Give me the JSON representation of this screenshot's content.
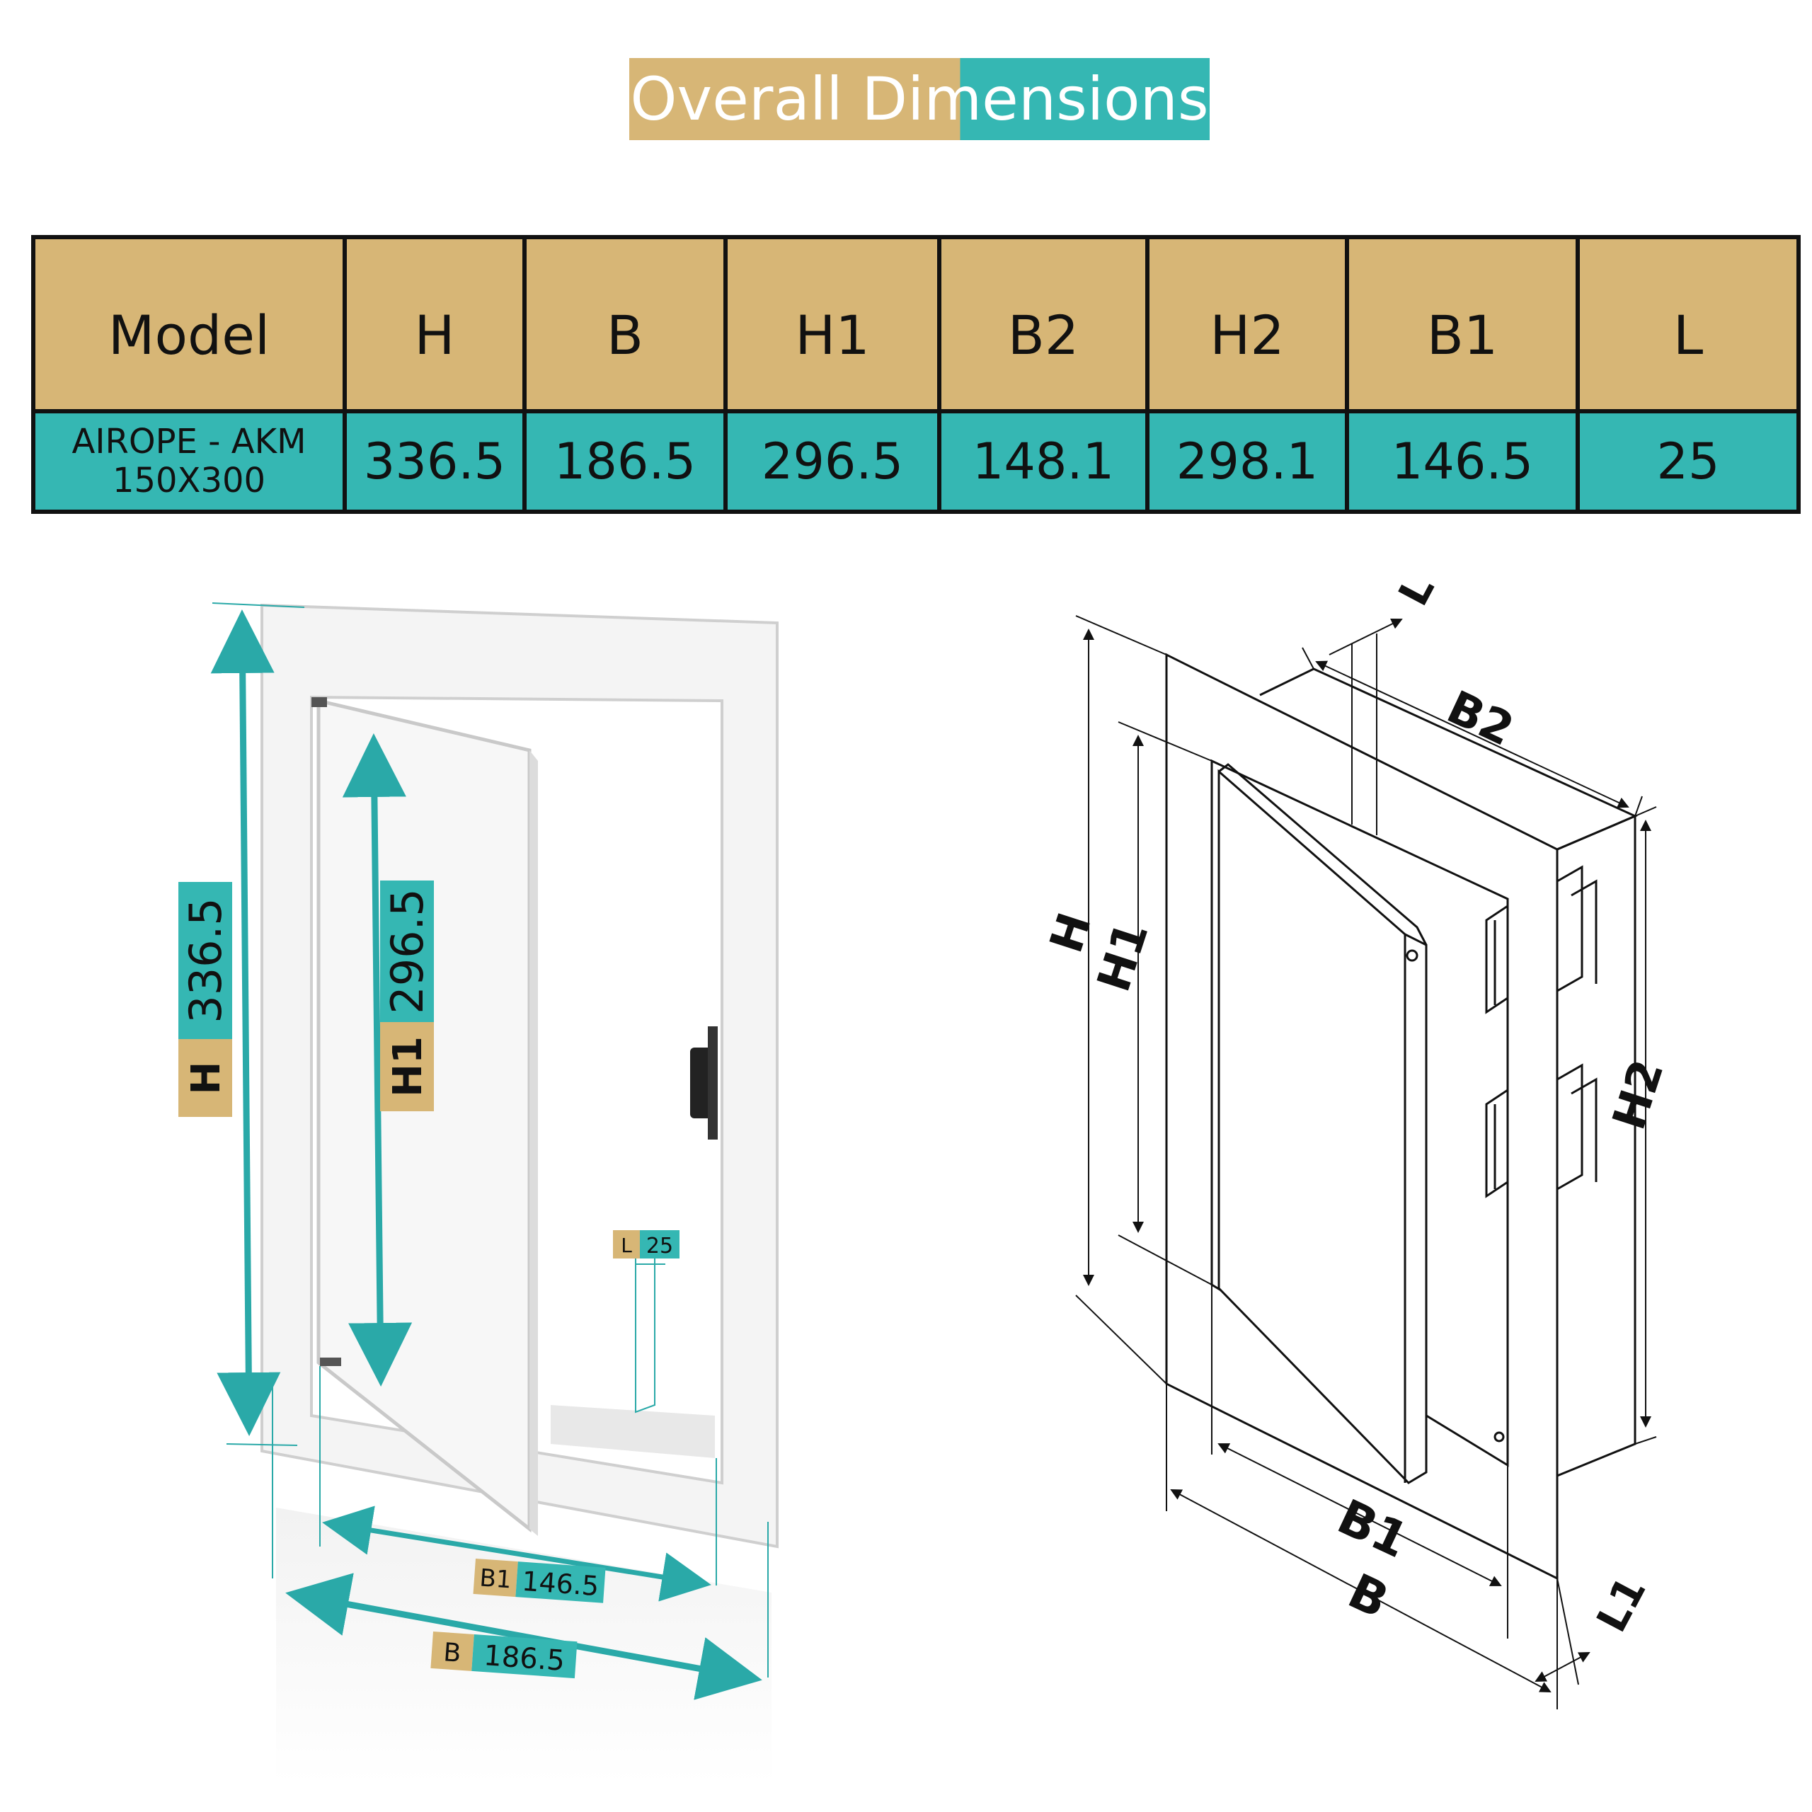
{
  "title": "Overall Dimensions",
  "colors": {
    "tan": "#d7b676",
    "teal": "#35b7b3",
    "dimension_line": "#2aa9a8",
    "outline": "#111111"
  },
  "table": {
    "headers": [
      "Model",
      "H",
      "B",
      "H1",
      "B2",
      "H2",
      "B1",
      "L"
    ],
    "model_lines": [
      "AIROPE - AKM",
      "150X300"
    ],
    "values": [
      "336.5",
      "186.5",
      "296.5",
      "148.1",
      "298.1",
      "146.5",
      "25"
    ]
  },
  "photo_labels": {
    "h": {
      "key": "H",
      "value": "336.5"
    },
    "h1": {
      "key": "H1",
      "value": "296.5"
    },
    "l": {
      "key": "L",
      "value": "25"
    },
    "b1": {
      "key": "B1",
      "value": "146.5"
    },
    "b": {
      "key": "B",
      "value": "186.5"
    }
  },
  "drawing_labels": {
    "l": "L",
    "b2": "B2",
    "h": "H",
    "h1": "H1",
    "h2": "H2",
    "b1": "B1",
    "b": "B",
    "l1": "L1"
  }
}
